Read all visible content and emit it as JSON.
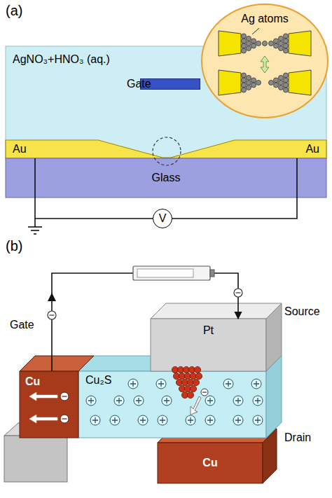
{
  "diagram": {
    "nodes": [
      {
        "text": [
          "AgNO₃+HNO₃ (aq.)"
        ]
      },
      {
        "text": [
          "Gate"
        ],
        "in": 0
      },
      {
        "text": [
          "Ag atoms"
        ]
      },
      {
        "text": [
          "Au"
        ]
      },
      {
        "text": [
          "Au"
        ]
      },
      {
        "text": [
          "Glass"
        ]
      },
      {
        "text": [
          "V"
        ]
      },
      {
        "text": [
          "Cu"
        ]
      },
      {
        "text": [
          "Cu₂S"
        ]
      },
      {
        "text": [
          "Pt"
        ]
      },
      {
        "text": [
          "Cu"
        ]
      }
    ],
    "edges": [
      {
        "from": 3,
        "to": 6,
        "arrow": "none"
      },
      {
        "from": 6,
        "to": 4,
        "arrow": "none"
      },
      {
        "from": 7,
        "to": 9,
        "arrow": "to"
      }
    ],
    "labels": [
      "(a)",
      "(b)",
      "Gate",
      "Source",
      "Drain"
    ]
  }
}
